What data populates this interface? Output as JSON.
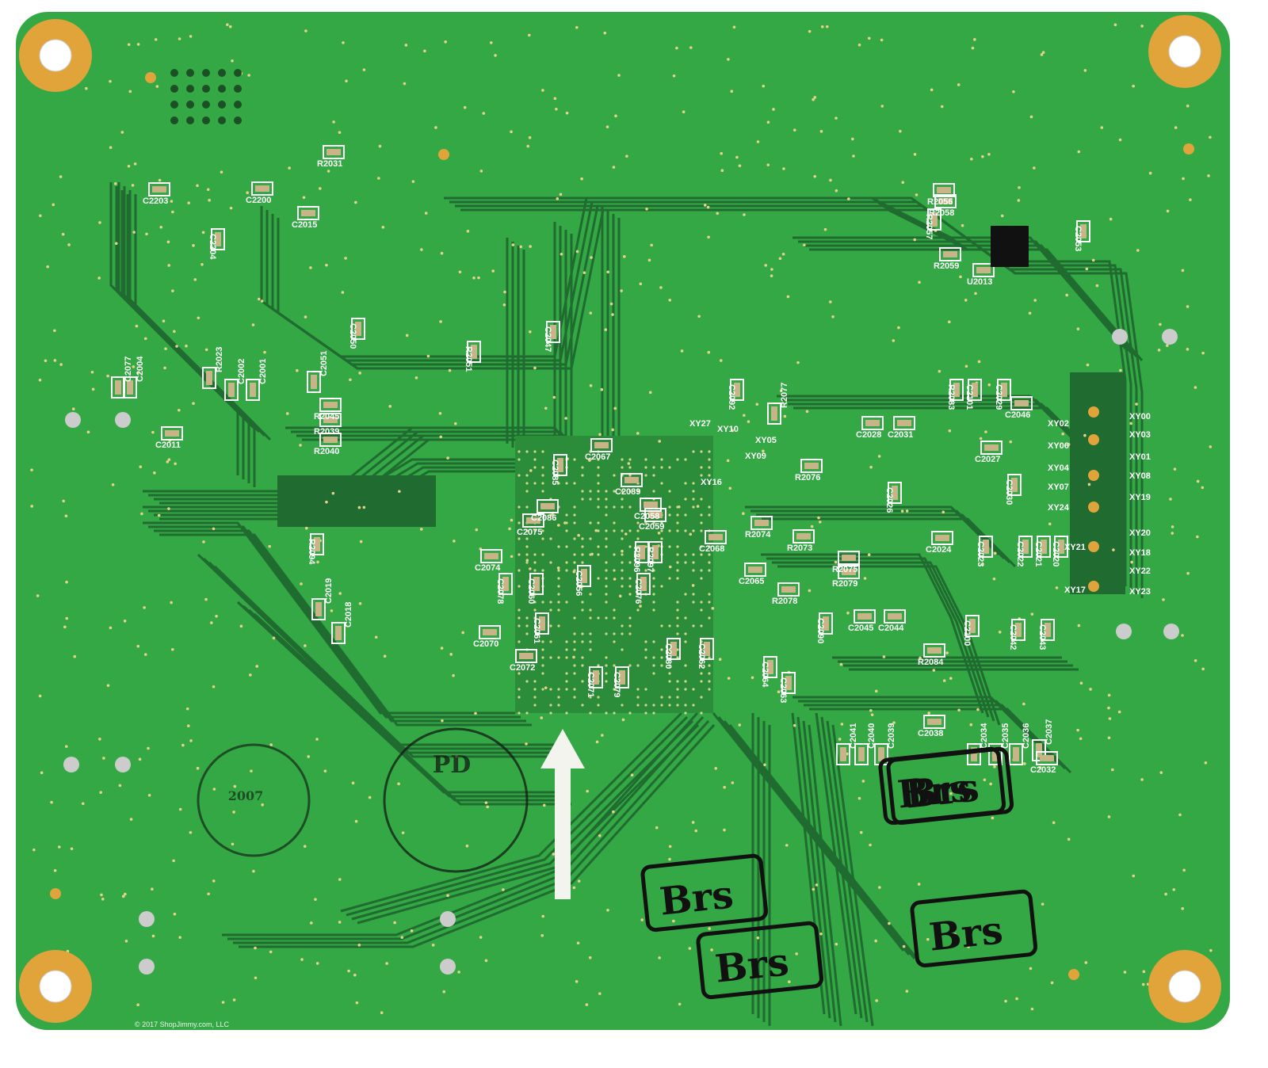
{
  "colors": {
    "board": "#33a844",
    "trace": "#1f6b30",
    "pad": "#e0a43a",
    "silkscreen": "#ffffff",
    "stamp": "#111111"
  },
  "labels": [
    "C2203",
    "C2200",
    "C2015",
    "R2031",
    "C2204",
    "C2050",
    "R2051",
    "C2047",
    "C2077",
    "C2004",
    "R2023",
    "C2002",
    "C2001",
    "C2051",
    "R2045",
    "R2039",
    "R2040",
    "C2011",
    "C2092",
    "XY27",
    "XY10",
    "XY05",
    "R2077",
    "XY09",
    "R2076",
    "XY16",
    "C2067",
    "C2085",
    "C2089",
    "C2086",
    "C2058",
    "C2059",
    "C2075",
    "R2074",
    "R2073",
    "C2068",
    "R2096",
    "R2097",
    "C2074",
    "R2075",
    "R2079",
    "C2065",
    "R2078",
    "C2078",
    "C2060",
    "C2056",
    "C2076",
    "C2019",
    "C2018",
    "R2094",
    "C2070",
    "C2061",
    "C2072",
    "C2071",
    "C2079",
    "C2080",
    "C2062",
    "C2064",
    "C2063",
    "C2090",
    "C2045",
    "C2044",
    "R2084",
    "C2100",
    "C2042",
    "C2043",
    "C2041",
    "C2040",
    "C2039",
    "C2038",
    "C2034",
    "C2035",
    "C2036",
    "C2037",
    "C2032",
    "C2028",
    "C2031",
    "C2027",
    "C2030",
    "C2026",
    "C2024",
    "C2023",
    "C2022",
    "C2021",
    "C2020",
    "R2083",
    "C2101",
    "C2029",
    "C2046",
    "R2056",
    "R2058",
    "R2057",
    "R2059",
    "U2013",
    "C2053",
    "XY00",
    "XY03",
    "XY01",
    "XY08",
    "XY19",
    "XY20",
    "XY18",
    "XY22",
    "XY23",
    "XY02",
    "XY06",
    "XY04",
    "XY07",
    "XY24",
    "XY21",
    "XY17"
  ],
  "stamps": {
    "round": "PD",
    "round_date": "2007",
    "brs": [
      "Brs",
      "Brs",
      "Brs",
      "Brs",
      "Brs"
    ]
  },
  "copyright": "© 2017 ShopJimmy.com, LLC"
}
